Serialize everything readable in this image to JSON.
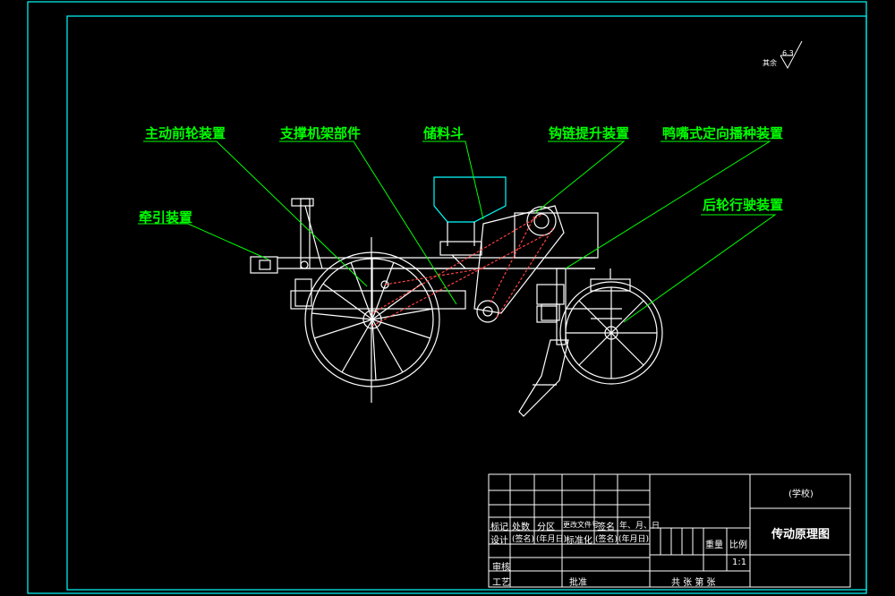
{
  "drawing": {
    "colors": {
      "frame": "#00ffff",
      "machine": "#ffffff",
      "labels": "#00ff00",
      "chain": "#ff4040"
    },
    "roughness": {
      "value": "6.3",
      "label": "其余"
    },
    "labels": {
      "front_wheel": "主动前轮装置",
      "frame_parts": "支撑机架部件",
      "hopper": "储料斗",
      "hook_chain": "钩链提升装置",
      "duckbill": "鸭嘴式定向播种装置",
      "traction": "牵引装置",
      "rear_wheel": "后轮行驶装置"
    }
  },
  "title_block": {
    "school": "(学校)",
    "drawing_title": "传动原理图",
    "scale_label": "比例",
    "weight_label": "重量",
    "scale_value": "1:1",
    "sheets": "共 张 第 张",
    "row_header": [
      "标记",
      "处数",
      "分区",
      "更改文件号",
      "签名",
      "年、月、日"
    ],
    "row_design": [
      "设计",
      "(签名)",
      "(年月日)",
      "标准化",
      "(签名)",
      "(年月日)"
    ],
    "review": "审核",
    "process": "工艺",
    "approve": "批准"
  }
}
